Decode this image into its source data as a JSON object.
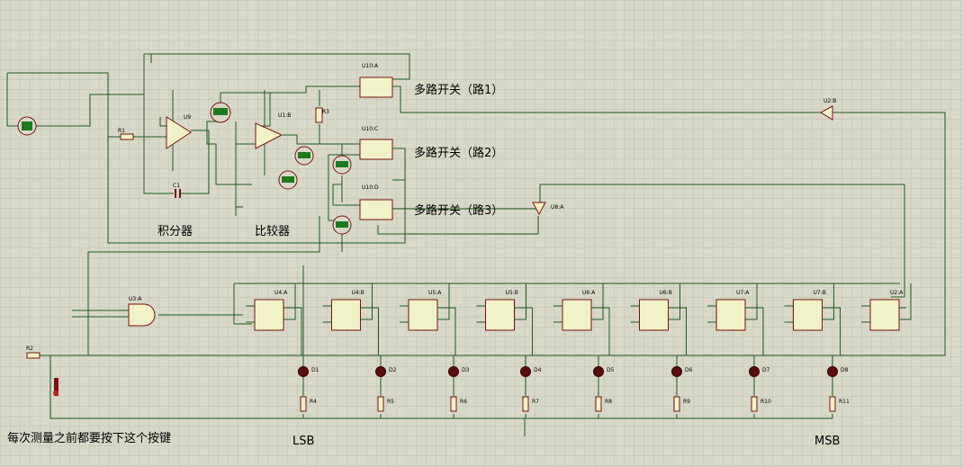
{
  "labels": {
    "mux1": "多路开关（路1）",
    "mux2": "多路开关（路2）",
    "mux3": "多路开关（路3）",
    "integrator": "积分器",
    "comparator": "比较器",
    "note": "每次测量之前都要按下这个按键",
    "lsb": "LSB",
    "msb": "MSB"
  },
  "refs": {
    "r1": "R1",
    "r2": "R2",
    "r3": "R3",
    "c1": "C1",
    "u9": "U9",
    "u1b": "U1:B",
    "u10a": "U10:A",
    "u10c": "U10:C",
    "u10d": "U10:D",
    "u2b": "U2:B",
    "u8a": "U8:A",
    "u3a": "U3:A",
    "u2a": "U2:A"
  },
  "counters": [
    {
      "ref": "U4:A"
    },
    {
      "ref": "U4:B"
    },
    {
      "ref": "U5:A"
    },
    {
      "ref": "U5:B"
    },
    {
      "ref": "U6:A"
    },
    {
      "ref": "U6:B"
    },
    {
      "ref": "U7:A"
    },
    {
      "ref": "U7:B"
    },
    {
      "ref": "U2:A"
    }
  ],
  "leds": [
    {
      "ref": "D1",
      "res": "R4"
    },
    {
      "ref": "D2",
      "res": "R5"
    },
    {
      "ref": "D3",
      "res": "R6"
    },
    {
      "ref": "D4",
      "res": "R7"
    },
    {
      "ref": "D5",
      "res": "R8"
    },
    {
      "ref": "D6",
      "res": "R9"
    },
    {
      "ref": "D7",
      "res": "R10"
    },
    {
      "ref": "D8",
      "res": "R11"
    }
  ]
}
